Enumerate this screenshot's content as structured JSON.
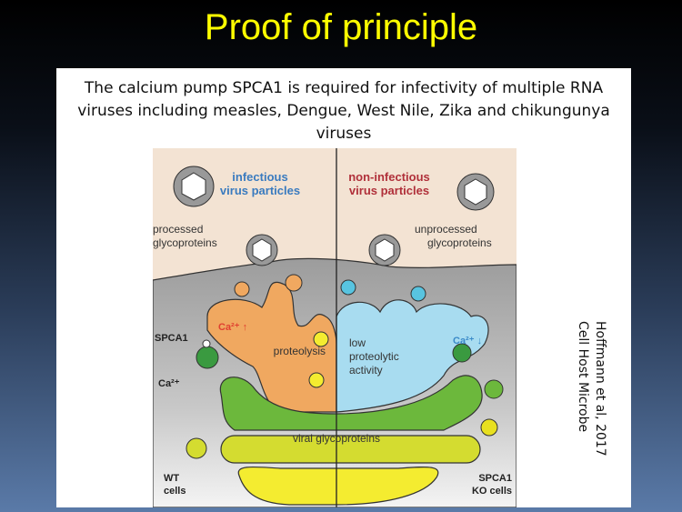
{
  "slide": {
    "title": "Proof of principle",
    "subtitle": "The calcium pump SPCA1 is required for infectivity of multiple RNA viruses including measles, Dengue, West Nile, Zika and chikungunya viruses",
    "citation": {
      "line1": "Hoffmann et al, 2017",
      "line2": "Cell Host Microbe"
    }
  },
  "diagram": {
    "infectious_line1": "infectious",
    "infectious_line2": "virus particles",
    "noninfectious_line1": "non-infectious",
    "noninfectious_line2": "virus particles",
    "processed_line1": "processed",
    "processed_line2": "glycoproteins",
    "unprocessed_line1": "unprocessed",
    "unprocessed_line2": "glycoproteins",
    "spca1": "SPCA1",
    "ca_up": "Ca²⁺ ↑",
    "ca_down": "Ca²⁺ ↓",
    "ca": "Ca²⁺",
    "proteolysis": "proteolysis",
    "low_line1": "low",
    "low_line2": "proteolytic",
    "low_line3": "activity",
    "viral_glycoproteins": "viral glycoproteins",
    "wt_line1": "WT",
    "wt_line2": "cells",
    "ko_line1": "SPCA1",
    "ko_line2": "KO cells",
    "colors": {
      "infectious": "#3a7bbf",
      "noninfectious": "#b0303a",
      "golgi_wt": "#f0a860",
      "golgi_ko": "#a8dcf0",
      "er_green": "#6cb83c",
      "yellow": "#e8e020"
    }
  }
}
